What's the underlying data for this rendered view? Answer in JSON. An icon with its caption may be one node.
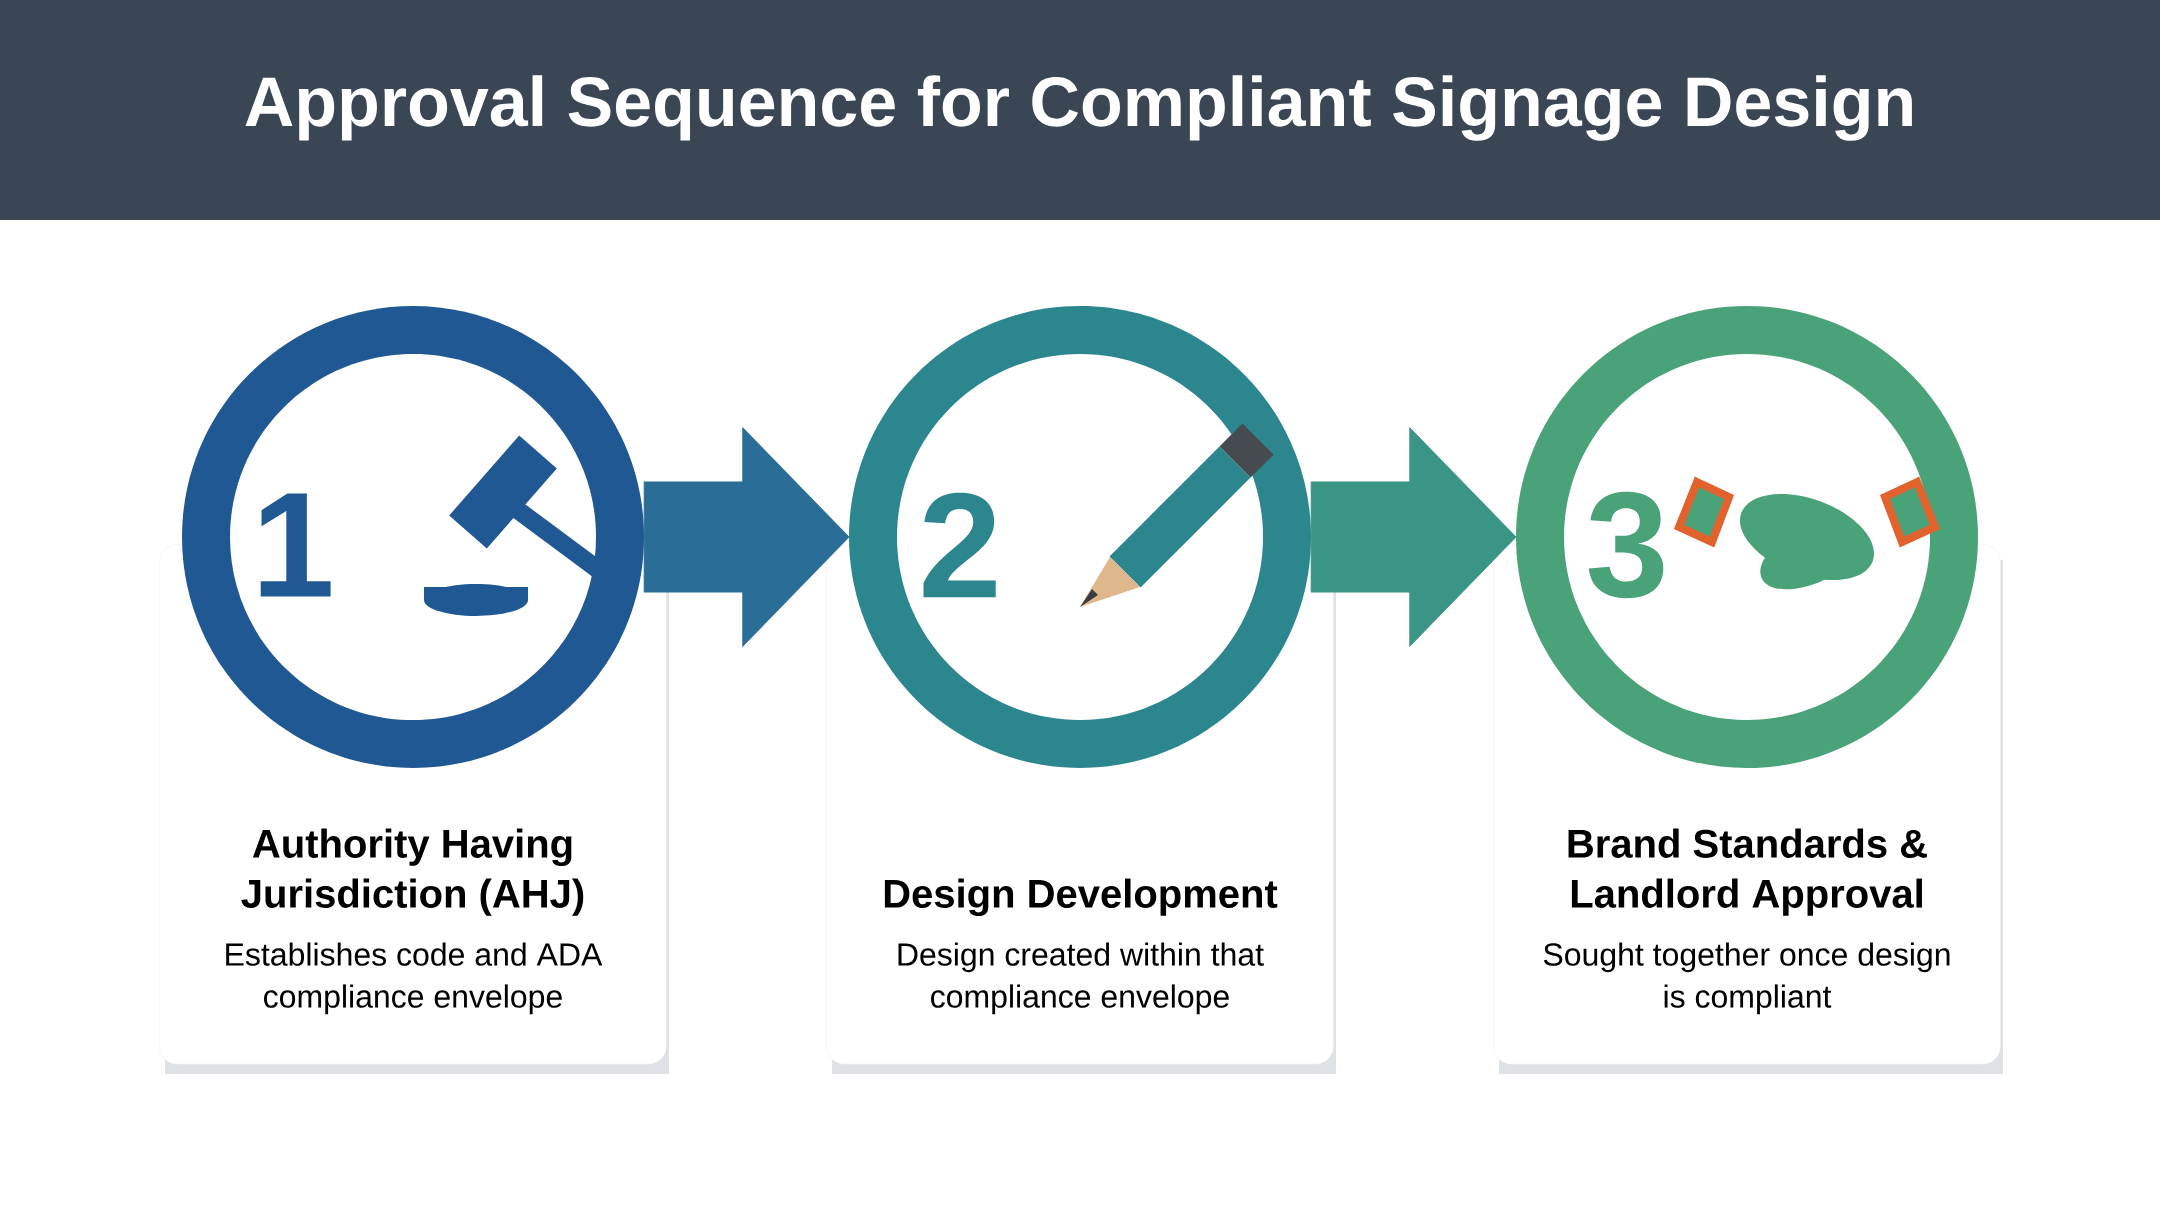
{
  "diagram": {
    "title": "Approval Sequence for Compliant Signage Design",
    "nodes": [
      {
        "text": [
          "1"
        ]
      },
      {
        "text": [
          "Authority Having Jurisdiction (AHJ)",
          "Establishes code and ADA compliance envelope"
        ]
      },
      {
        "text": [
          "2"
        ]
      },
      {
        "text": [
          "Design Development",
          "Design created within that compliance envelope"
        ]
      },
      {
        "text": [
          "3"
        ]
      },
      {
        "text": [
          "Brand Standards & Landlord Approval",
          "Sought together once design is compliant"
        ]
      }
    ],
    "edges": [
      {
        "from": 0,
        "to": 2,
        "arrow": "to",
        "color": "#2a6d96"
      },
      {
        "from": 2,
        "to": 4,
        "arrow": "to",
        "color": "#3b9585"
      }
    ]
  }
}
